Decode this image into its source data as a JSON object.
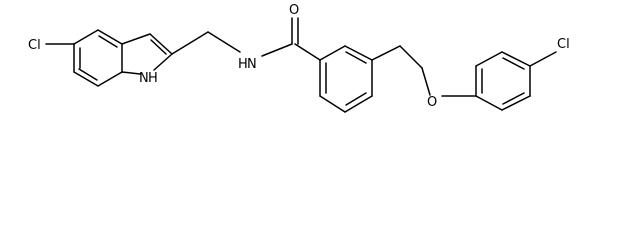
{
  "atoms": {
    "cl_left": "Cl",
    "nh_ring": "H",
    "n_ring": "N",
    "n_amide": "N",
    "h_amide": "H",
    "o_carbonyl": "O",
    "o_ether": "O",
    "cl_right": "Cl"
  },
  "colors": {
    "bond": "#000000",
    "label": "#000000",
    "background": "#ffffff"
  }
}
